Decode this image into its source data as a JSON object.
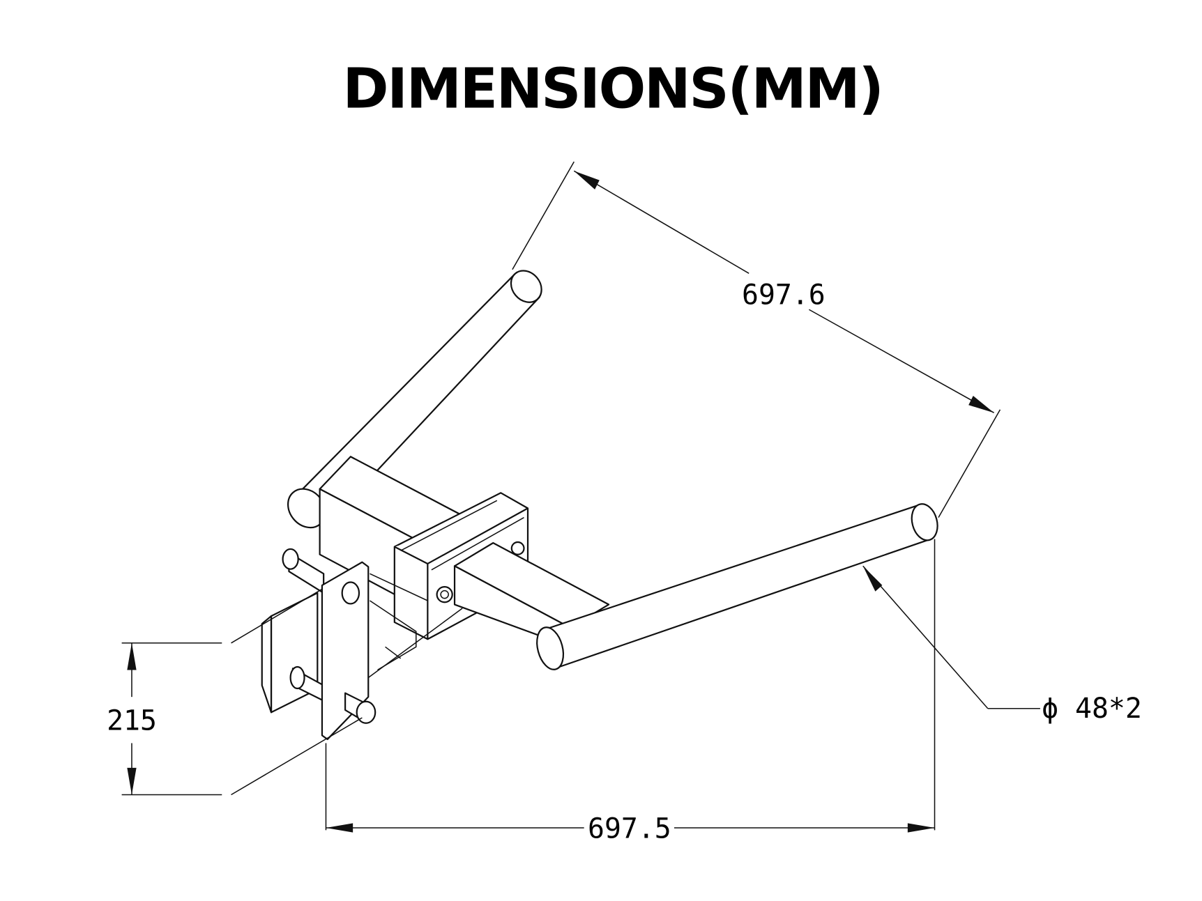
{
  "title": "DIMENSIONS(MM)",
  "dimensions": {
    "diagonal_length": "697.6",
    "width": "697.5",
    "height": "215",
    "tube_diameter": "ϕ 48*2"
  },
  "colors": {
    "line": "#111111",
    "background": "#ffffff"
  }
}
